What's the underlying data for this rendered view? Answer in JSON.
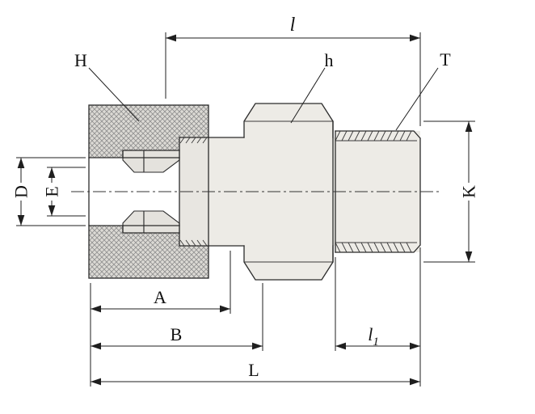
{
  "labels": {
    "l": "l",
    "H": "H",
    "h": "h",
    "T": "T",
    "D": "D",
    "E": "E",
    "K": "K",
    "A": "A",
    "B": "B",
    "l1_base": "l",
    "l1_sub": "1",
    "L": "L"
  },
  "colors": {
    "line": "#2b2b2b",
    "dimension_line": "#1f1f1f",
    "part_fill": "#edebe6",
    "hatch_line": "#8f8f8f",
    "background": "#ffffff"
  }
}
